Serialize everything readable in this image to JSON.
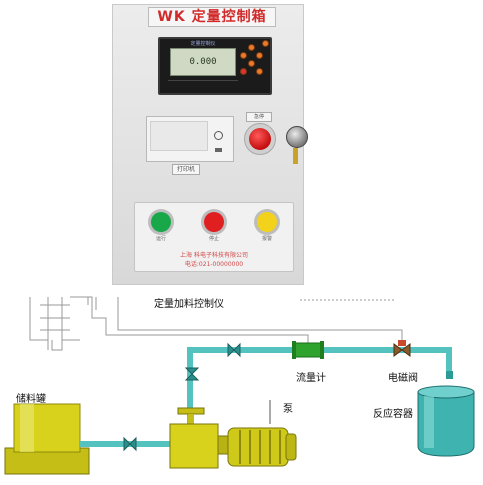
{
  "cabinet": {
    "title": "WK 定量控制箱",
    "meter_line1": "定量控制仪",
    "meter_value": "0.000",
    "printer_label": "打印机",
    "estop_label": "急停",
    "lamp_labels": [
      "运行",
      "停止",
      "报警"
    ],
    "panel_company": "上海 科电子科技有限公司",
    "panel_phone": "电话:021-00000000"
  },
  "diagram": {
    "controller_label": "定量加料控制仪",
    "tank_label": "储料罐",
    "pump_label": "泵",
    "flowmeter_label": "流量计",
    "valve_label": "电磁阀",
    "reactor_label": "反应容器"
  },
  "colors": {
    "pipe": "#54c2bf",
    "tank_yellow": "#d8d21c",
    "reactor_teal": "#3fb3b0",
    "valve_green": "#2ea32e",
    "lamp_green": "#18a84a",
    "lamp_red": "#e02020",
    "lamp_yellow": "#f2d21a"
  }
}
